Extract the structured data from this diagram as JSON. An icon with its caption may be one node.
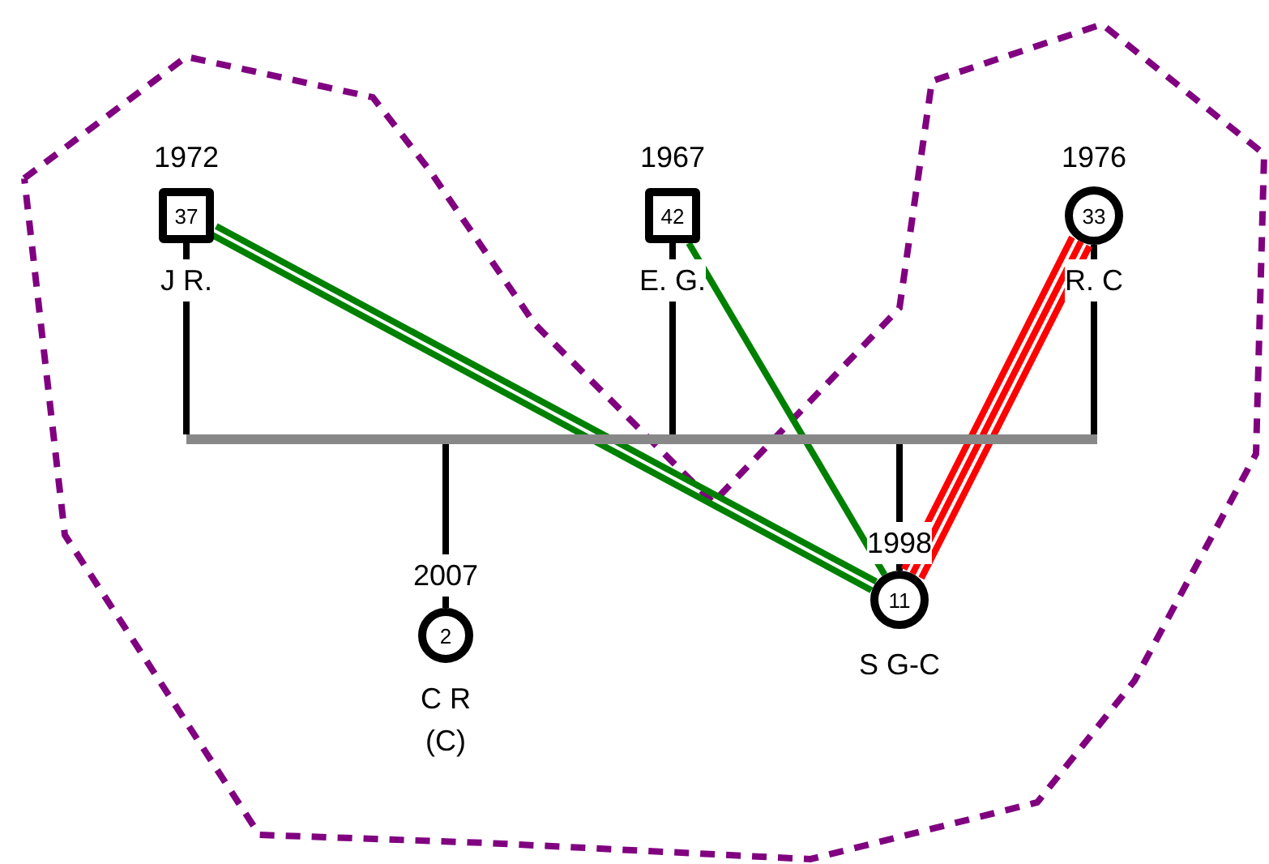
{
  "diagram": {
    "nodes": [
      {
        "text": [
          "37"
        ],
        "beside": [
          "1972",
          "J R."
        ]
      },
      {
        "text": [
          "42"
        ],
        "beside": [
          "1967",
          "E. G."
        ]
      },
      {
        "text": [
          "33"
        ],
        "beside": [
          "1976",
          "R. C"
        ]
      },
      {
        "text": [],
        "shape": "bar"
      },
      {
        "text": [
          "2"
        ],
        "beside": [
          "2007",
          "C R (C)"
        ]
      },
      {
        "text": [
          "11"
        ],
        "beside": [
          "1998",
          "S G-C"
        ]
      }
    ],
    "edges": [
      {
        "from": 0,
        "to": 3,
        "arrow": "none"
      },
      {
        "from": 1,
        "to": 3,
        "arrow": "none"
      },
      {
        "from": 2,
        "to": 3,
        "arrow": "none"
      },
      {
        "from": 3,
        "to": 4,
        "arrow": "none"
      },
      {
        "from": 3,
        "to": 5,
        "arrow": "none"
      },
      {
        "from": 0,
        "to": 5,
        "arrow": "none",
        "color": "#008000"
      },
      {
        "from": 1,
        "to": 5,
        "arrow": "none",
        "color": "#008000"
      },
      {
        "from": 2,
        "to": 5,
        "arrow": "none",
        "color": "#ff0000"
      }
    ]
  }
}
